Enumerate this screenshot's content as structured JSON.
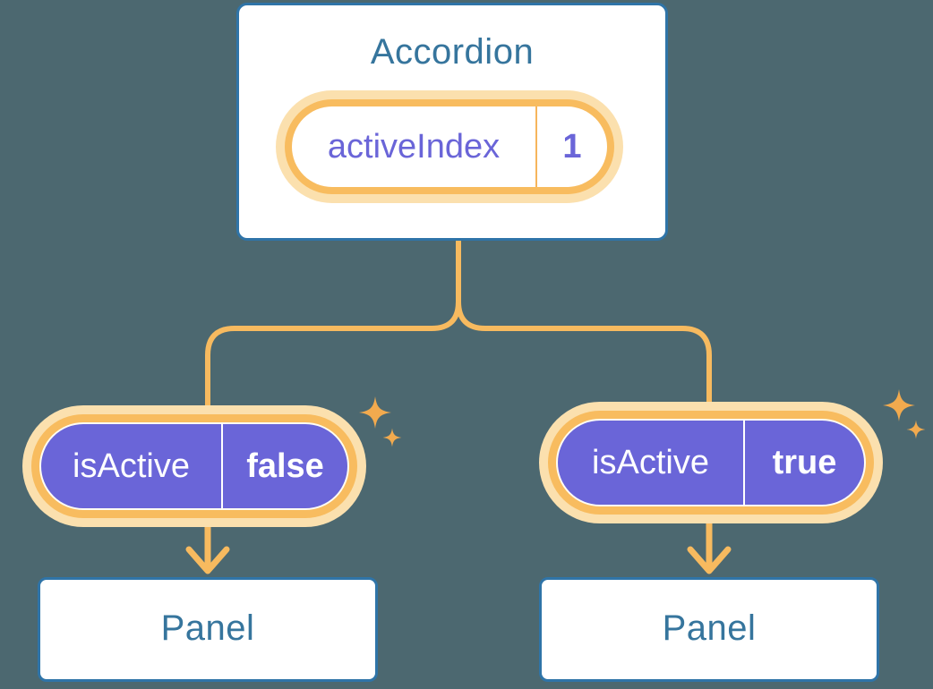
{
  "diagram": {
    "kind": "react-state-flow-diagram",
    "root": {
      "title": "Accordion",
      "state_label": "activeIndex",
      "state_value": "1"
    },
    "left_child": {
      "prop_label": "isActive",
      "prop_value": "false",
      "panel_title": "Panel"
    },
    "right_child": {
      "prop_label": "isActive",
      "prop_value": "true",
      "panel_title": "Panel"
    }
  },
  "icons": {
    "sparkle": "four-point-star",
    "sparkle_glyph": "✦",
    "arrow": "down-chevron-arrow"
  },
  "colors": {
    "background": "#4C6870",
    "card_fill": "#FFFFFF",
    "card_border": "#2F74A8",
    "card_text": "#36759D",
    "prop_pill_fill": "#6A65D8",
    "prop_pill_text": "#FFFFFF",
    "state_text": "#6A65D8",
    "ring_orange": "#F8BC5F",
    "ring_halo": "#FBE0AE",
    "connector_line": "#F7BA5F",
    "sparkle": "#F2AA4E"
  }
}
